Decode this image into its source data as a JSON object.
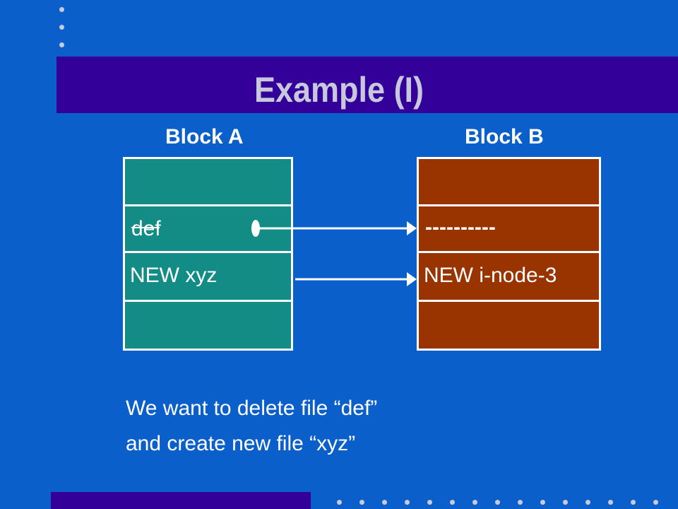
{
  "slide": {
    "title": "Example (I)",
    "block_a_label": "Block A",
    "block_b_label": "Block B",
    "block_a_entries": [
      "def",
      "NEW xyz"
    ],
    "block_b_entries": [
      "----------",
      "NEW i-node-3"
    ],
    "caption_lines": [
      "We want to delete file “def”",
      "and create new file “xyz”"
    ]
  },
  "colors": {
    "background": "#0a5fca",
    "title_bar": "#330099",
    "block_a": "#148c86",
    "block_b": "#993300",
    "title_text": "#c8c8dc"
  }
}
